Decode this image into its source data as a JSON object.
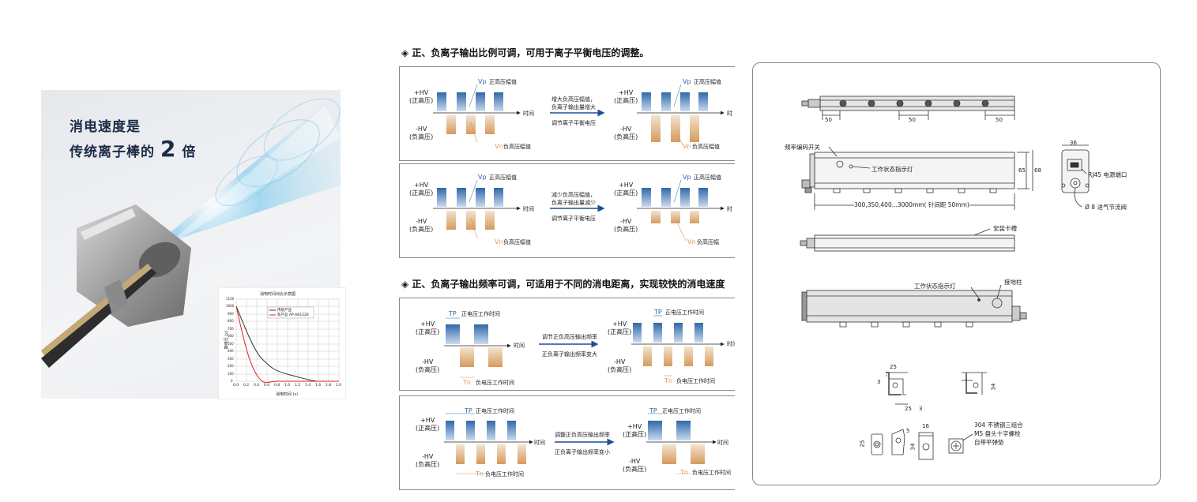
{
  "hero": {
    "line1": "消电速度是",
    "line2_prefix": "传统离子棒的",
    "line2_number": "2",
    "line2_suffix": "倍",
    "inset": {
      "title": "消电时间对比示意图",
      "ylabel": "静电压 (v)",
      "xlabel": "消电时间 (s)",
      "legend": [
        "传统产品",
        "新产品 AP-AB1228"
      ],
      "yticks": [
        "1100",
        "1000",
        "900",
        "800",
        "700",
        "600",
        "500",
        "400",
        "300",
        "200",
        "100",
        "0"
      ],
      "xticks": [
        "0.0",
        "0.2",
        "0.4",
        "0.6",
        "0.8",
        "1.0",
        "1.2",
        "1.4",
        "1.6",
        "1.8",
        "2.0"
      ]
    }
  },
  "section1": {
    "title": "◈ 正、负离子输出比例可调，可用于离子平衡电压的调整。",
    "pos_label": "+HV",
    "pos_sub": "(正高压)",
    "neg_label": "-HV",
    "neg_sub": "(负高压)",
    "vp": "Vp",
    "vn": "Vn",
    "vp_desc": "正高压幅值",
    "vn_desc": "负高压幅值",
    "vp_desc_cut": "正高压幅值",
    "vn_desc_cut": "负高压幅",
    "axis_time": "时间",
    "axis_time_cut": "时",
    "panel_a": {
      "line1": "增大负高压幅值，",
      "line2": "负离子输出量增大",
      "line3": "调节离子平衡电压"
    },
    "panel_b": {
      "line1": "减少负高压幅值，",
      "line2": "负离子输出量减少",
      "line3": "调节离子平衡电压"
    }
  },
  "section2": {
    "title": "◈ 正、负离子输出频率可调，可适用于不同的消电距离，实现较快的消电速度",
    "pos_label": "+HV",
    "pos_sub": "(正高压)",
    "neg_label": "-HV",
    "neg_sub": "(负高压)",
    "tp": "TP",
    "tn": "Tn",
    "pos_work": "正电压工作时间",
    "neg_work": "负电压工作时间",
    "axis_time": "时间",
    "axis_time_cut": "时间",
    "panel_c": {
      "line1": "调节正负高压输出频率",
      "line2": "正负离子输出频率变大"
    },
    "panel_d": {
      "line1": "调整正负高压输出频率",
      "line2": "正负离子输出频率变小"
    }
  },
  "drawing": {
    "dim_50a": "50",
    "dim_50b": "50",
    "dim_50c": "50",
    "freq_switch": "频率编码开关",
    "status_light": "工作状态指示灯",
    "dim_65": "65",
    "dim_68": "68",
    "length": "300,350,400...3000mm( 针间距 50mm)",
    "dim_36": "36",
    "rj45": "RJ45 电源端口",
    "valve": "Ø 8 进气节流阀",
    "slot": "安装卡槽",
    "status_light2": "工作状态指示灯",
    "ground": "接地柱",
    "dim_25a": "25",
    "dim_3a": "3",
    "dim_25b": "25",
    "dim_3b": "3",
    "dim_34a": "34",
    "dim_25c": "25",
    "dim_5": "5",
    "dim_16": "16",
    "dim_34b": "34",
    "bolt_line1": "304 不锈钢三组合",
    "bolt_line2": "M5 盘头十字螺栓",
    "bolt_line3": "自带平弹垫"
  }
}
